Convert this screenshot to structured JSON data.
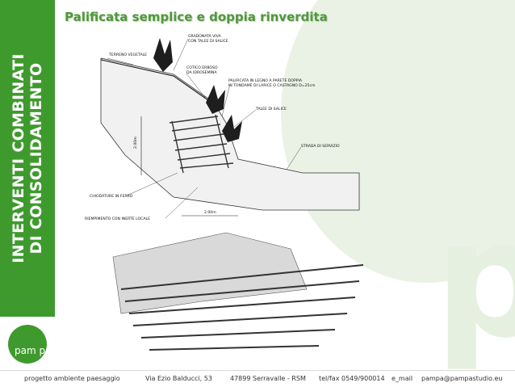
{
  "sidebar": {
    "line1": "INTERVENTI COMBINATI",
    "line2": "DI CONSOLIDAMENTO"
  },
  "slide": {
    "title": "Palificata semplice e doppia rinverdita"
  },
  "diagram": {
    "labels": {
      "gradonata": "GRADONATA VIVA",
      "gradonata2": "CON TALEE DI SALICE",
      "terreno": "TERRENO VEGETALE",
      "cotico": "COTICO ERBOSO",
      "cotico2": "DA IDROSEMINA",
      "palificata": "PALIFICATA IN LEGNO A PARETE DOPPIA",
      "palificata2": "IN TONDAME DI LARICE O CASTAGNO D=25cm",
      "talee": "TALEE DI SALICE",
      "strada": "STRADA DI SERVIZIO",
      "chiodature": "CHIODATURE IN FERRO",
      "riempimento": "RIEMPIMENTO CON INERTE LOCALE",
      "dim_h": "2.00m",
      "dim_w": "2.00m"
    }
  },
  "logo": {
    "text": "pam pa"
  },
  "footer": {
    "company": "progetto ambiente paesaggio",
    "address": "Via Ezio Balducci, 53",
    "city": "47899 Serravalle - RSM",
    "phone": "tel/fax 0549/900014",
    "email_label": "e_mail",
    "email": "pampa@pampastudio.eu"
  },
  "colors": {
    "brand_green": "#3f9a2e",
    "title_green": "#4d9a35"
  }
}
